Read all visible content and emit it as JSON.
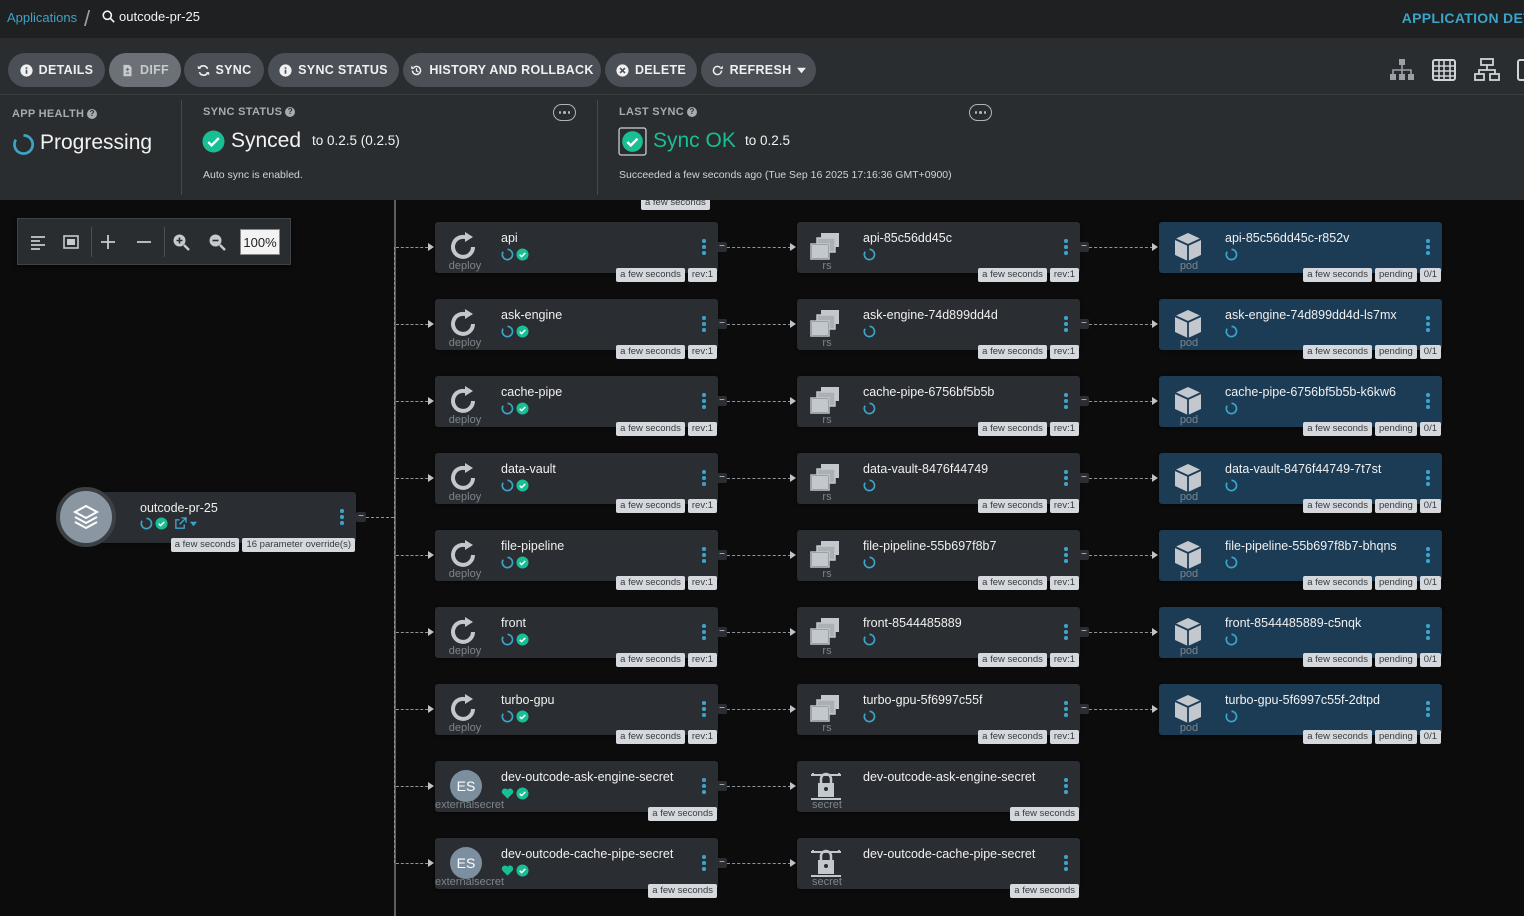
{
  "breadcrumb": {
    "applications": "Applications",
    "current": "outcode-pr-25"
  },
  "header": {
    "app_details": "APPLICATION DETAILS"
  },
  "toolbar": {
    "details": "DETAILS",
    "diff": "DIFF",
    "sync": "SYNC",
    "sync_status": "SYNC STATUS",
    "history": "HISTORY AND ROLLBACK",
    "delete": "DELETE",
    "refresh": "REFRESH"
  },
  "status": {
    "app_health_label": "APP HEALTH",
    "app_health_value": "Progressing",
    "sync_status_label": "SYNC STATUS",
    "sync_status_value": "Synced",
    "sync_status_target": "to 0.2.5 (0.2.5)",
    "sync_status_note": "Auto sync is enabled.",
    "last_sync_label": "LAST SYNC",
    "last_sync_value": "Sync OK",
    "last_sync_target": "to 0.2.5",
    "last_sync_note": "Succeeded a few seconds ago (Tue Sep 16 2025 17:16:36 GMT+0900)"
  },
  "zoom": {
    "level": "100%"
  },
  "root": {
    "name": "outcode-pr-25",
    "tag_time": "a few seconds",
    "tag_overrides": "16 parameter override(s)"
  },
  "top_tag": "a few seconds",
  "kinds": {
    "deploy": "deploy",
    "rs": "rs",
    "pod": "pod",
    "externalsecret": "externalsecret",
    "secret": "secret"
  },
  "tag_labels": {
    "time": "a few seconds",
    "rev": "rev:1",
    "pending": "pending",
    "ready": "0/1"
  },
  "rows": [
    {
      "deploy": "api",
      "rs": "api-85c56dd45c",
      "pod": "api-85c56dd45c-r852v"
    },
    {
      "deploy": "ask-engine",
      "rs": "ask-engine-74d899dd4d",
      "pod": "ask-engine-74d899dd4d-ls7mx"
    },
    {
      "deploy": "cache-pipe",
      "rs": "cache-pipe-6756bf5b5b",
      "pod": "cache-pipe-6756bf5b5b-k6kw6"
    },
    {
      "deploy": "data-vault",
      "rs": "data-vault-8476f44749",
      "pod": "data-vault-8476f44749-7t7st"
    },
    {
      "deploy": "file-pipeline",
      "rs": "file-pipeline-55b697f8b7",
      "pod": "file-pipeline-55b697f8b7-bhqns"
    },
    {
      "deploy": "front",
      "rs": "front-8544485889",
      "pod": "front-8544485889-c5nqk"
    },
    {
      "deploy": "turbo-gpu",
      "rs": "turbo-gpu-5f6997c55f",
      "pod": "turbo-gpu-5f6997c55f-2dtpd"
    }
  ],
  "secret_rows": [
    {
      "es_badge": "ES",
      "externalsecret": "dev-outcode-ask-engine-secret",
      "secret": "dev-outcode-ask-engine-secret"
    },
    {
      "es_badge": "ES",
      "externalsecret": "dev-outcode-cache-pipe-secret",
      "secret": "dev-outcode-cache-pipe-secret"
    }
  ],
  "colors": {
    "accent": "#3ba4c9",
    "healthy": "#18be94",
    "pod_bg": "#1c3c56"
  }
}
